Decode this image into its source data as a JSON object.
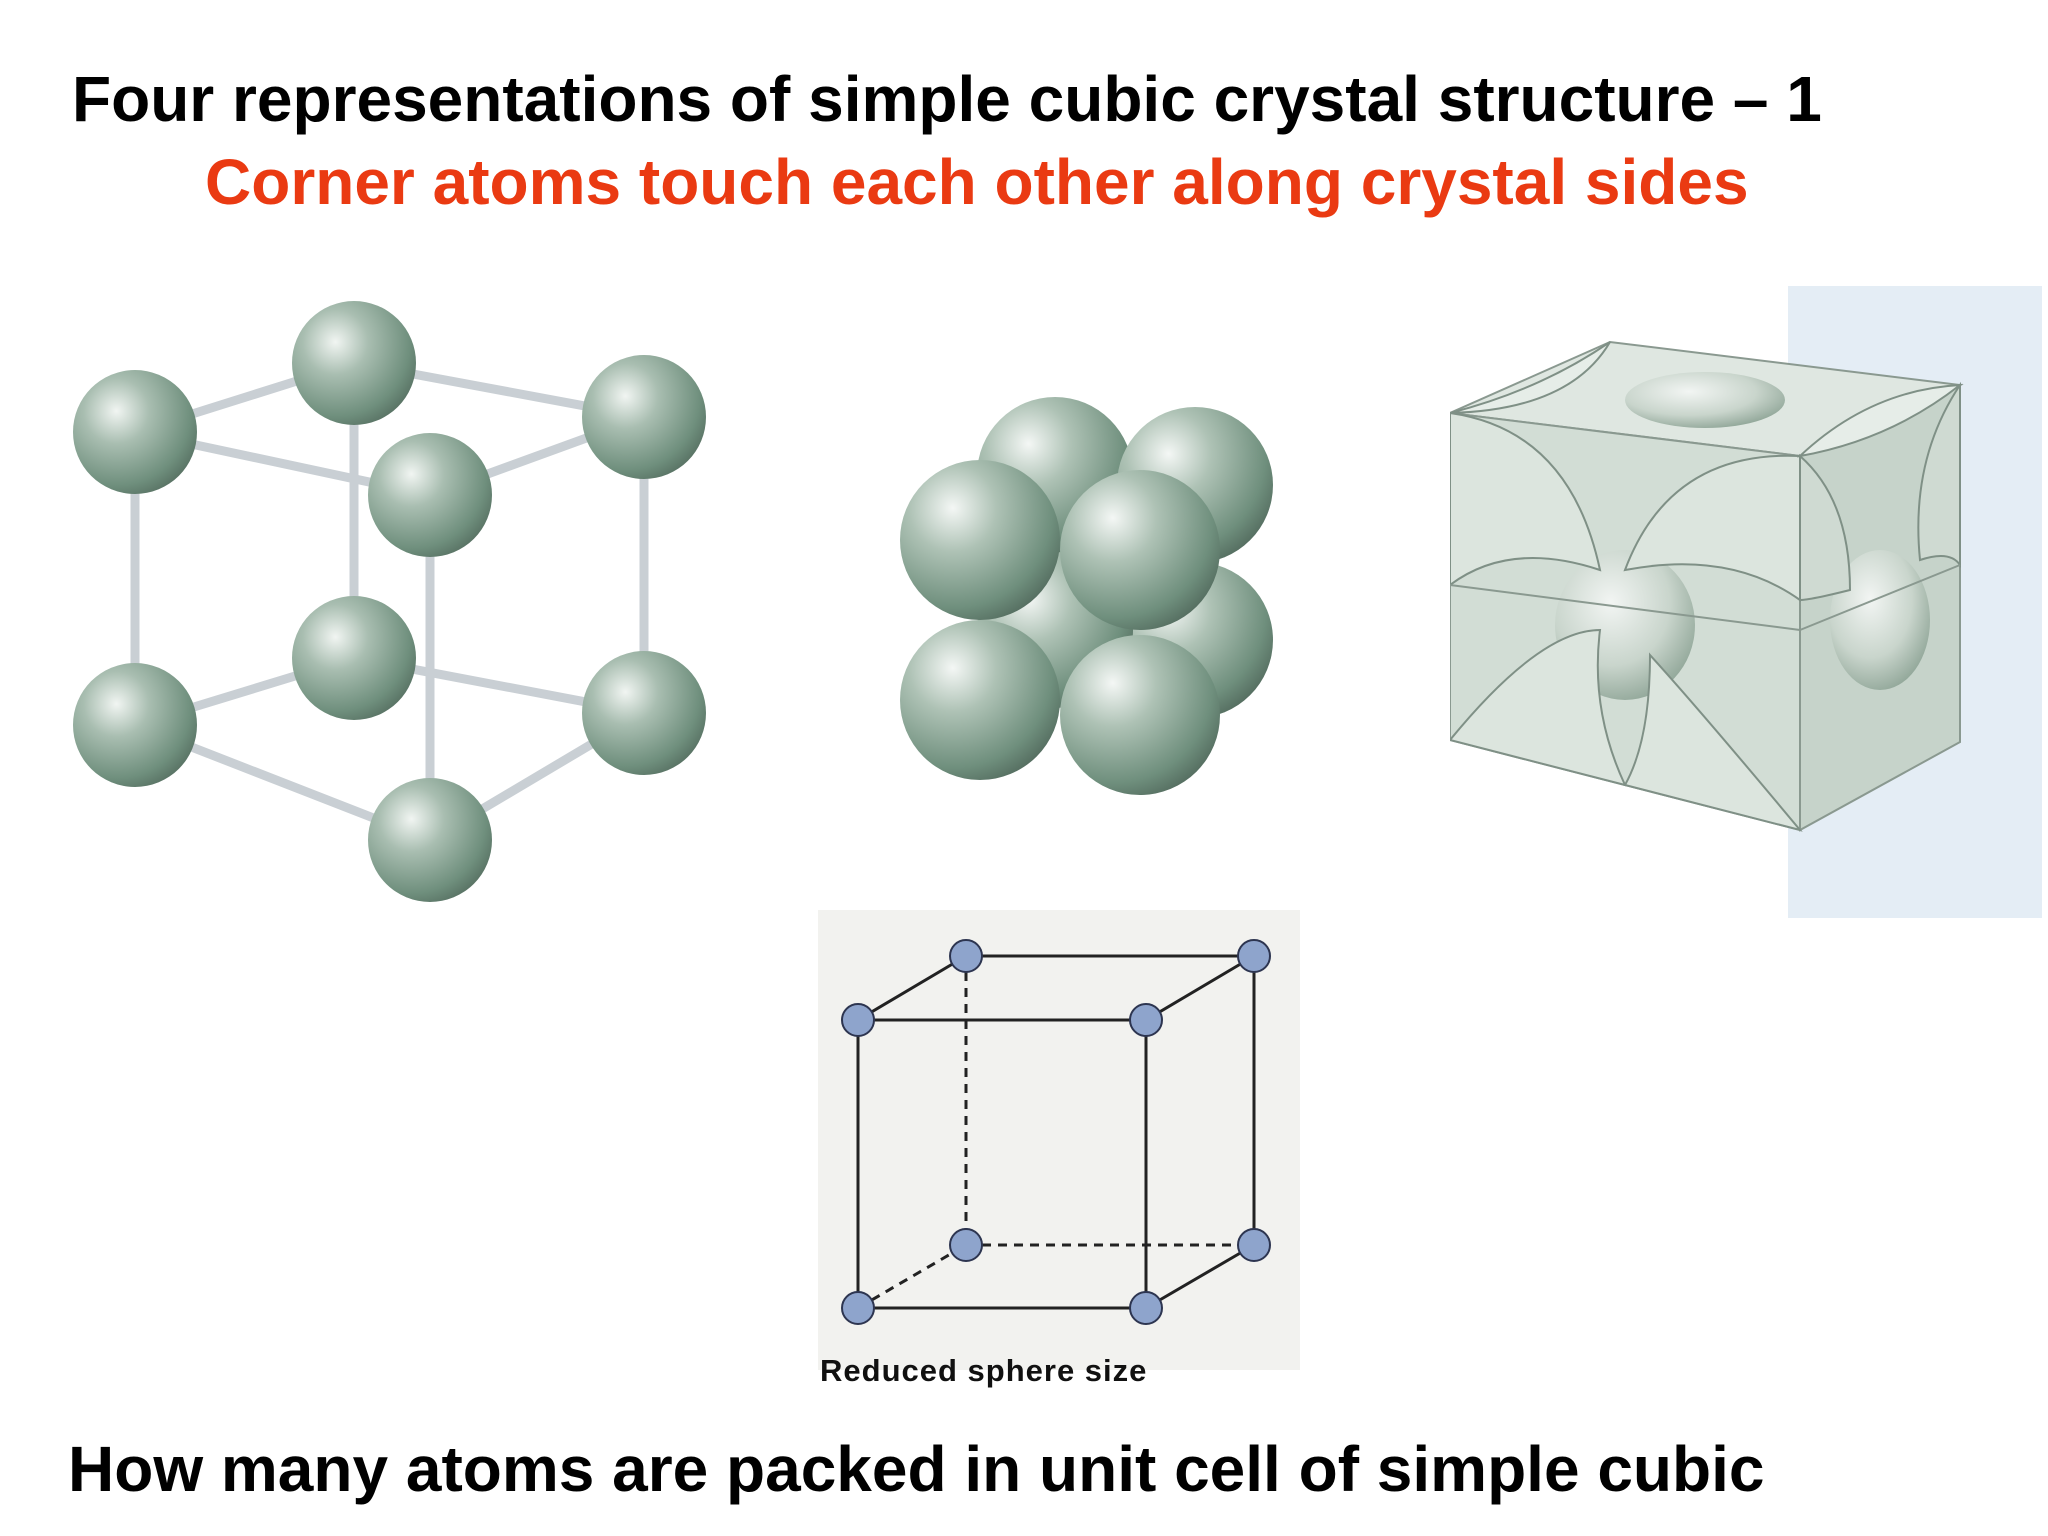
{
  "title": "Four representations of simple cubic crystal structure – 1",
  "subtitle": "Corner atoms touch each other along crystal sides",
  "caption": "Reduced sphere size",
  "question": "How many atoms are packed in unit cell of simple cubic",
  "colors": {
    "title": "#000000",
    "subtitle": "#ea3a12",
    "sphere": "#7b9a89",
    "small_atom": "#8ea4cc",
    "block_face": "#d2ddd5"
  },
  "figures": [
    {
      "name": "ball-and-stick model",
      "atoms": 8
    },
    {
      "name": "packed hard-sphere model",
      "atoms": 8
    },
    {
      "name": "unit cell block with sphere sections",
      "atoms": 8
    },
    {
      "name": "reduced sphere size unit cell",
      "atoms": 8
    }
  ]
}
